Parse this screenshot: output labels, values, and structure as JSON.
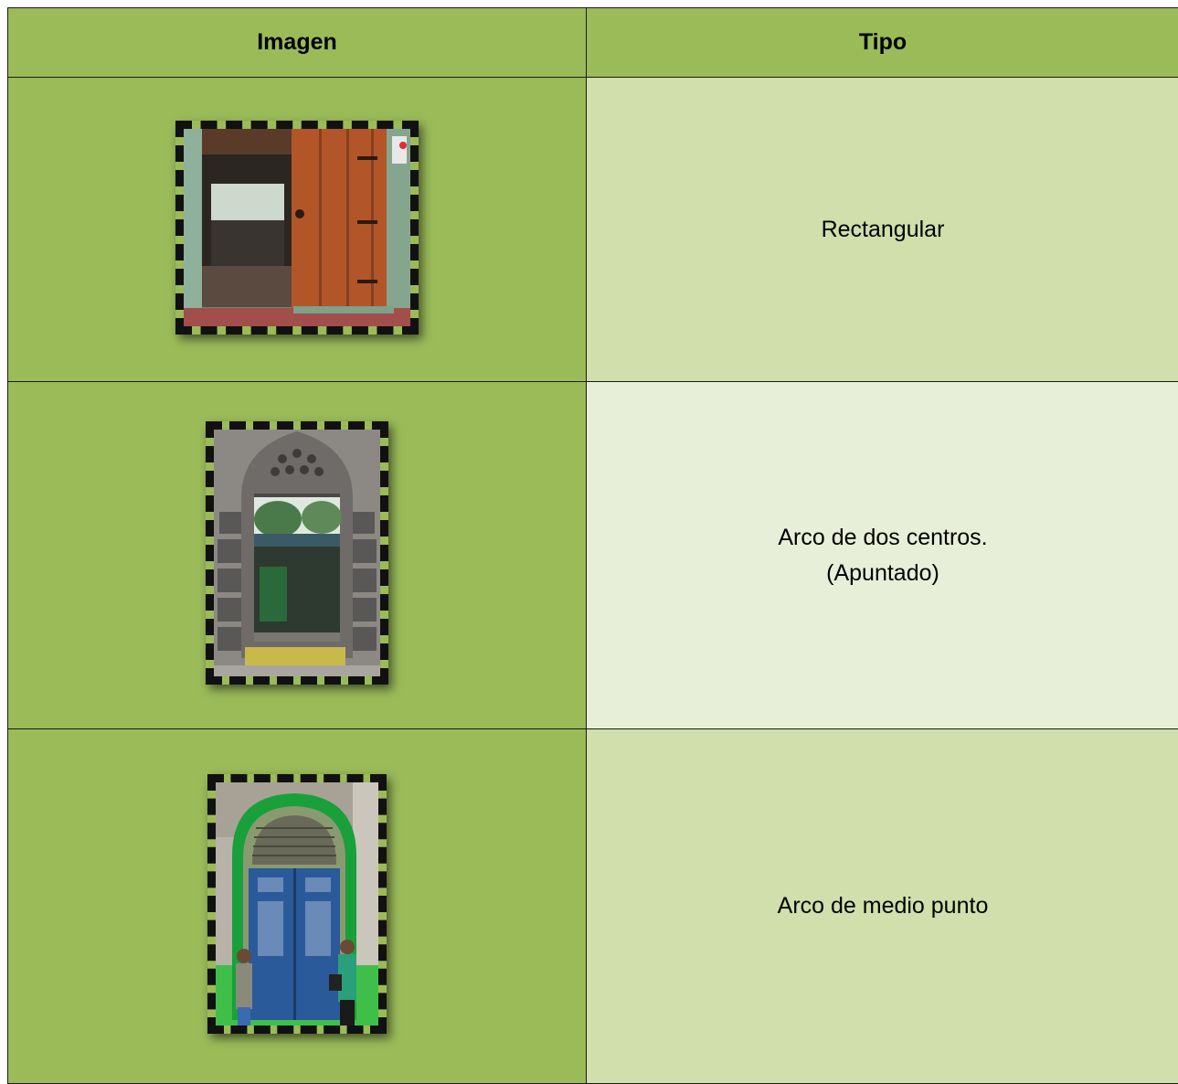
{
  "table": {
    "headers": [
      "Imagen",
      "Tipo"
    ],
    "rows": [
      {
        "type": "Rectangular",
        "type_line2": "",
        "image": "door-rectangular-photo"
      },
      {
        "type": "Arco de dos centros.",
        "type_line2": "(Apuntado)",
        "image": "door-pointed-arch-photo"
      },
      {
        "type": "Arco de medio punto",
        "type_line2": "",
        "image": "door-round-arch-photo"
      }
    ]
  },
  "colors": {
    "header_bg": "#9bbb59",
    "image_cell_bg": "#9bbb59",
    "text_cell_bg": "#d0dfab",
    "text_cell_alt_bg": "#e8efd8",
    "border": "#1a1a1a"
  }
}
